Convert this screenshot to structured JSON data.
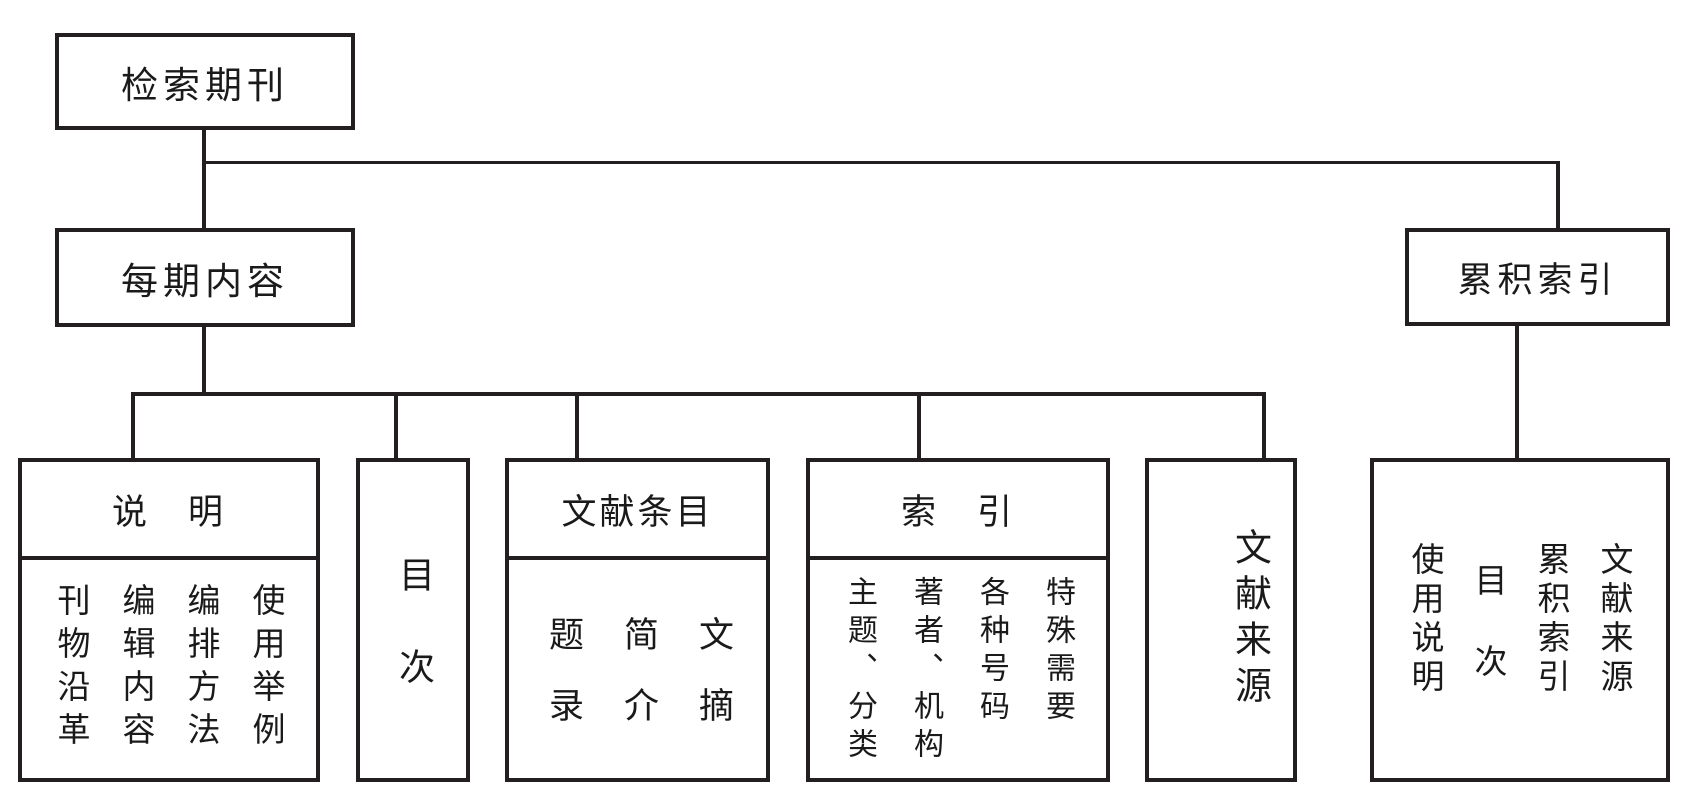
{
  "colors": {
    "line": "#231f20",
    "text": "#1a1a1a",
    "background": "#ffffff"
  },
  "nodes": {
    "root": {
      "label": "检索期刊"
    },
    "issue": {
      "label": "每期内容"
    },
    "cumulative": {
      "label": "累积索引"
    },
    "explanation": {
      "header": "说　明",
      "items": [
        "刊物沿革",
        "编辑内容",
        "编排方法",
        "使用举例"
      ]
    },
    "contents": {
      "label": "目次"
    },
    "entries": {
      "header": "文献条目",
      "items": [
        "题录",
        "简介",
        "文摘"
      ]
    },
    "index": {
      "header": "索　引",
      "items": [
        "主题、分类",
        "著者、机构",
        "各种号码",
        "特殊需要"
      ]
    },
    "source": {
      "label": "文献来源"
    },
    "cumulative_detail": {
      "items": [
        "使用说明",
        "目次",
        "累积索引",
        "文献来源"
      ]
    }
  }
}
